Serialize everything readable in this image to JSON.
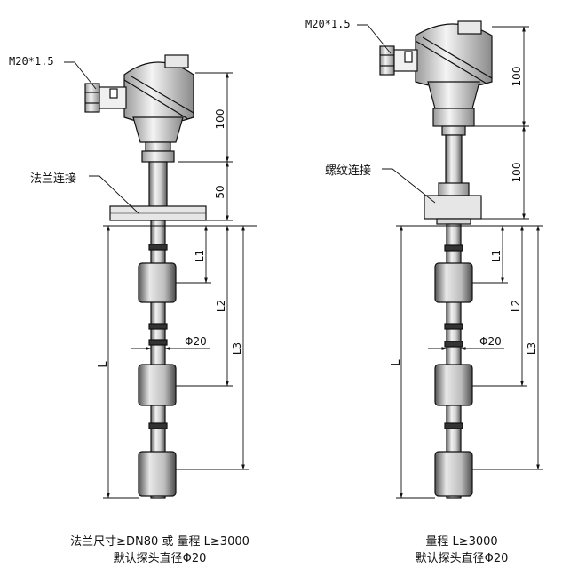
{
  "left": {
    "thread_label": "M20*1.5",
    "connection_label": "法兰连接",
    "dim_head": "100",
    "dim_neck": "50",
    "dim_l1": "L1",
    "dim_l2": "L2",
    "dim_l3": "L3",
    "dim_l": "L",
    "dim_dia": "Φ20",
    "caption_line1": "法兰尺寸≥DN80 或 量程 L≥3000",
    "caption_line2": "默认探头直径Φ20"
  },
  "right": {
    "thread_label": "M20*1.5",
    "connection_label": "螺纹连接",
    "dim_head": "100",
    "dim_neck": "100",
    "dim_l1": "L1",
    "dim_l2": "L2",
    "dim_l3": "L3",
    "dim_l": "L",
    "dim_dia": "Φ20",
    "caption_line1": "量程 L≥3000",
    "caption_line2": "默认探头直径Φ20"
  }
}
